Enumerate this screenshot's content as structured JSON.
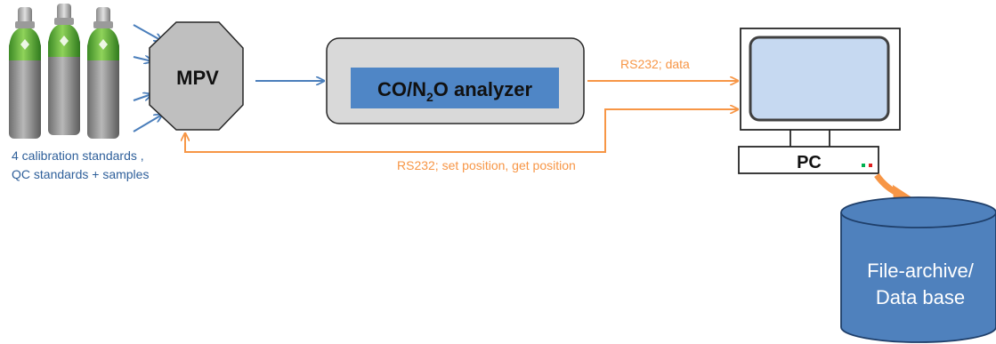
{
  "cylinders": {
    "caption_line1": "4 calibration standards ,",
    "caption_line2": "QC standards + samples"
  },
  "mpv": {
    "label": "MPV"
  },
  "analyzer": {
    "label_prefix": "CO/N",
    "label_subscript": "2",
    "label_suffix": "O analyzer"
  },
  "pc": {
    "label": "PC"
  },
  "database": {
    "line1": "File-archive/",
    "line2": "Data base"
  },
  "connections": {
    "analyzer_to_pc": "RS232; data",
    "pc_to_mpv": "RS232; set position, get position"
  },
  "colors": {
    "flow_arrow": "#4a7ebb",
    "serial_link": "#f79646",
    "analyzer_inner": "#4f86c6",
    "database_fill": "#4f81bd",
    "screen_fill": "#c6d9f1",
    "octagon_fill": "#bfbfbf",
    "caption_text": "#2e5f9a"
  },
  "icons": {
    "gas_cylinders": "gas-cylinders-photo",
    "status_leds": "led-green-red"
  }
}
